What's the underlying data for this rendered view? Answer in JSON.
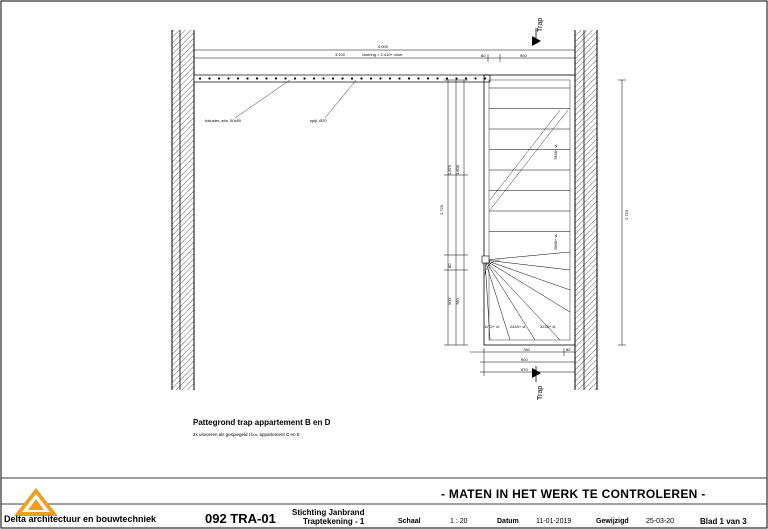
{
  "title": "Pattegrond trap appartement B en D",
  "subtitle": "2x uitvoeren als gespiegeld t.b.v. appartement C en E",
  "warning": "- MATEN IN HET WERK TE CONTROLEREN -",
  "stair_label": "Trap",
  "annotations": {
    "baluster": "baluster, afm. 50x50",
    "spijl": "spijl, Ø20",
    "vloer": "vloering = 2.410+ vloer"
  },
  "dimensions": {
    "top_total": "4.000",
    "top_left": "3.100",
    "top_right": "900",
    "top_small": "80",
    "right_long": "2.720",
    "left_long": "2.720",
    "left_a": "1.870",
    "left_b": "1.600",
    "left_c": "900",
    "left_d": "780",
    "left_e": "80",
    "bottom_a": "780",
    "bottom_b": "900",
    "bottom_c": "970",
    "bottom_small": "80"
  },
  "step_labels": [
    "1172+ vl.",
    "2444+ vl.",
    "3216+ vl.",
    "7858+ vl.",
    "2868+ vl."
  ],
  "titleblock": {
    "firm": "Delta architectuur en bouwtechniek",
    "drawing_no": "092 TRA-01",
    "client": "Stichting Janbrand",
    "sheet_name": "Traptekening - 1",
    "schaal_label": "Schaal",
    "schaal_value": "1 : 20",
    "datum_label": "Datum",
    "datum_value": "11-01-2019",
    "gewijzigd_label": "Gewijzigd",
    "gewijzigd_value": "25-03-20",
    "page": "Blad 1 van 3"
  },
  "colors": {
    "line": "#000000",
    "logo": "#f0a020"
  }
}
